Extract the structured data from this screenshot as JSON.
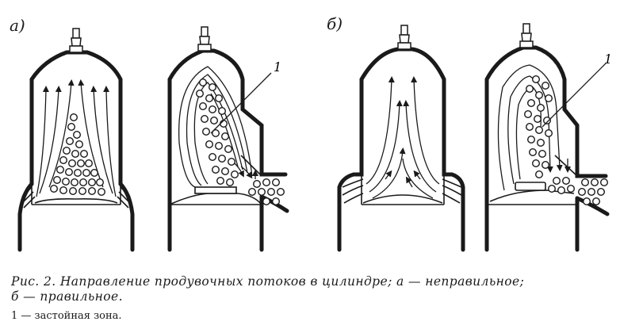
{
  "figure": {
    "panel_a_label": "а)",
    "panel_b_label": "б)",
    "callout_left": "1",
    "callout_right": "1"
  },
  "caption": {
    "line1": "Рис. 2. Направление продувочных потоков в цилиндре; а — неправильное;",
    "line2": "б — правильное."
  },
  "note": "1 — застойная зона."
}
